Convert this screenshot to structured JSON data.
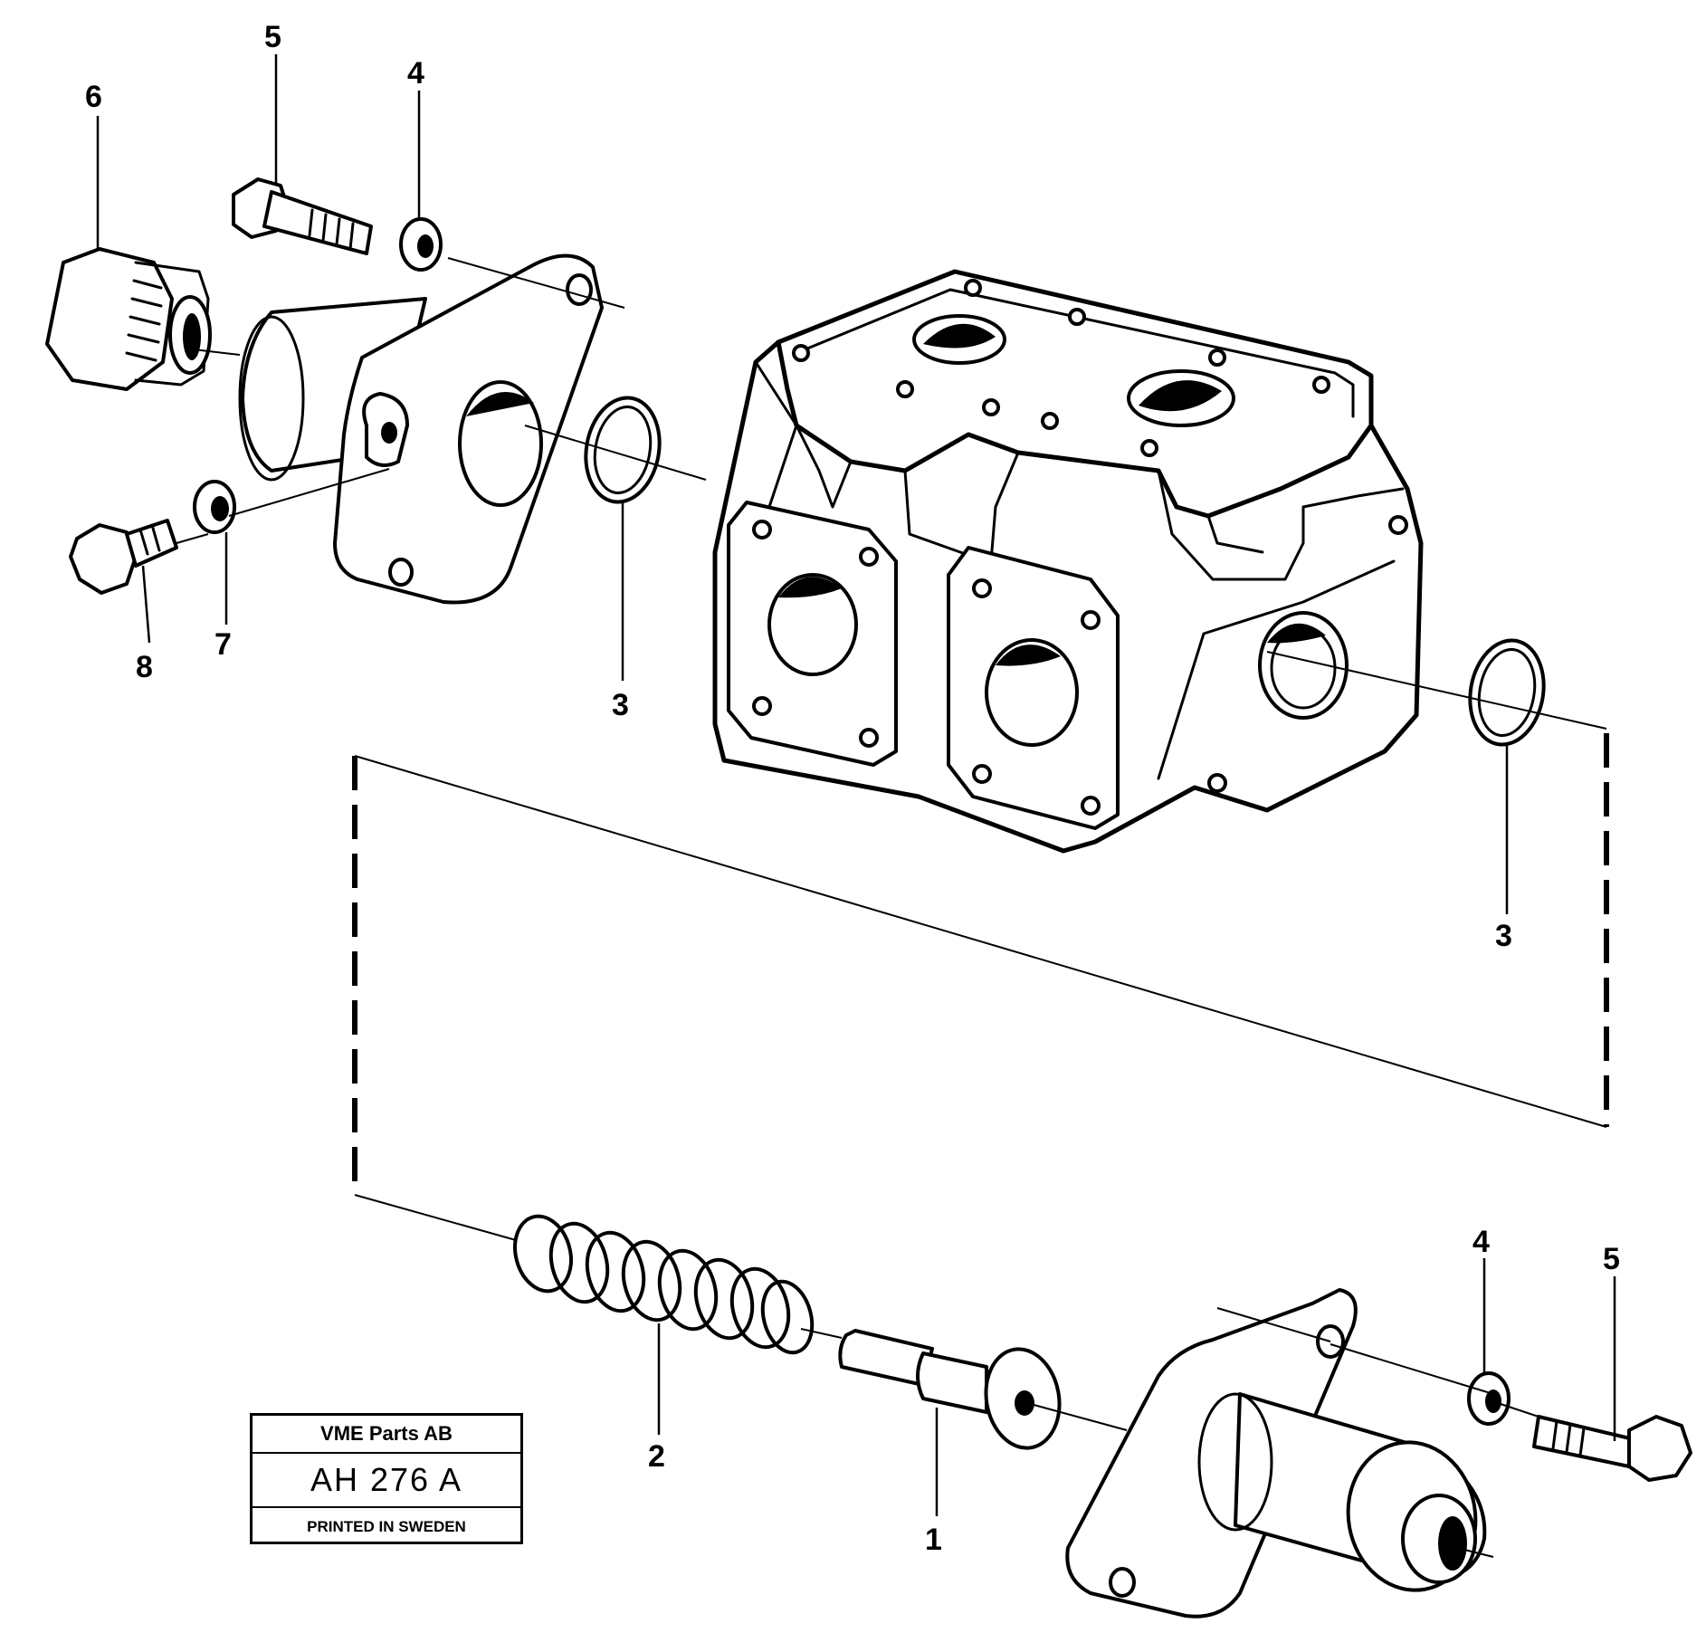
{
  "callouts": {
    "c1": "1",
    "c2": "2",
    "c3a": "3",
    "c3b": "3",
    "c4a": "4",
    "c4b": "4",
    "c5a": "5",
    "c5b": "5",
    "c6": "6",
    "c7": "7",
    "c8": "8"
  },
  "stamp": {
    "company": "VME Parts AB",
    "code": "AH 276 A",
    "printed": "PRINTED IN SWEDEN"
  }
}
